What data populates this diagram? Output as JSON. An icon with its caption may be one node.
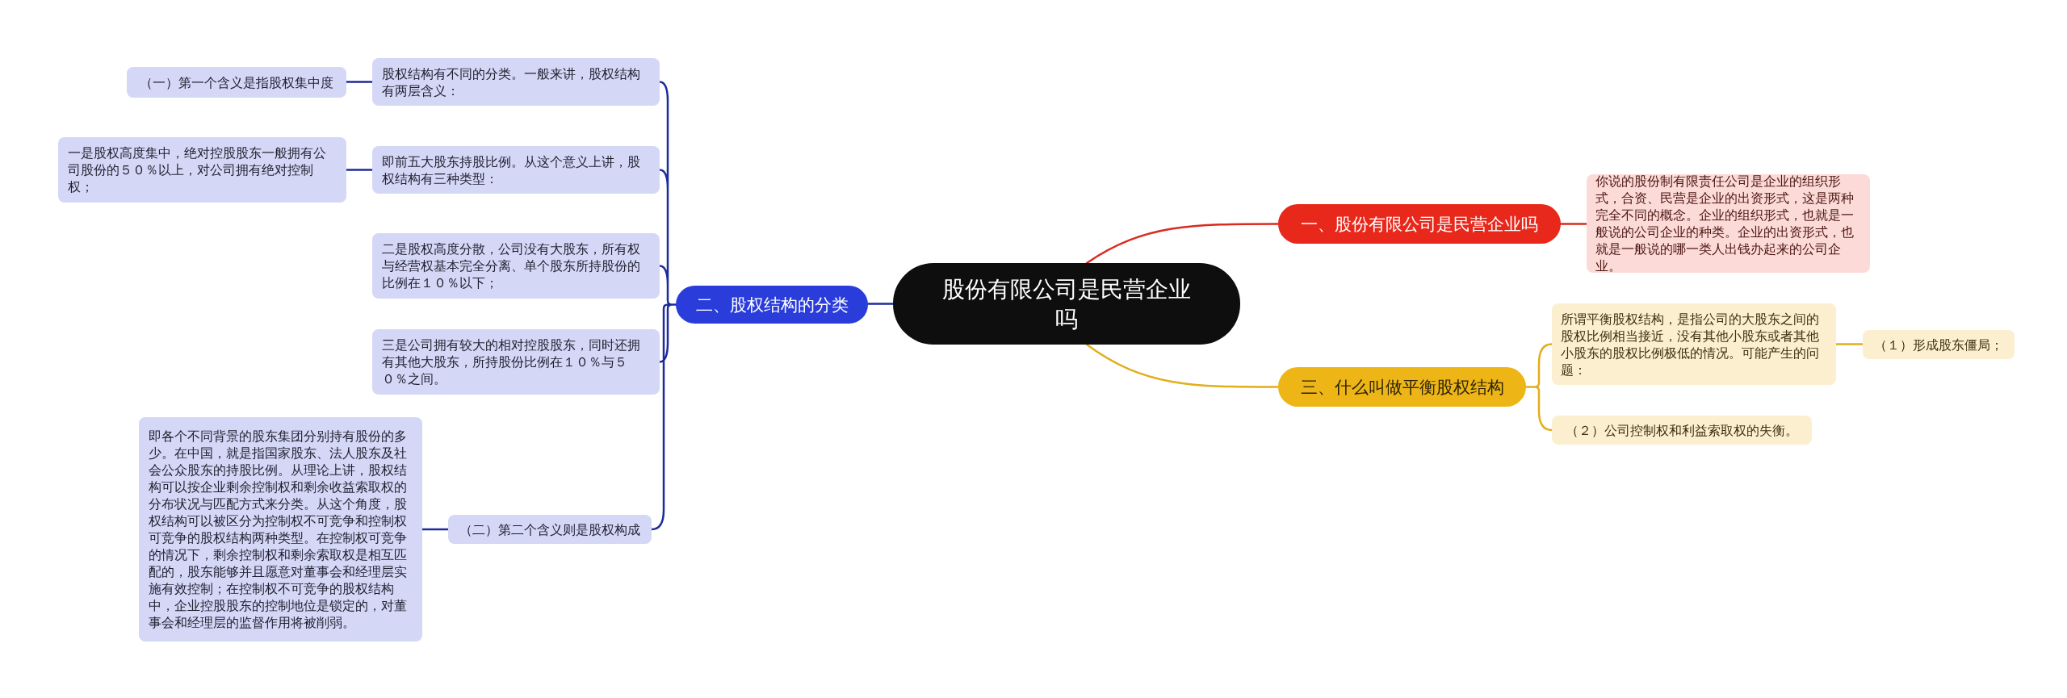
{
  "diagram": {
    "nodes": [
      {
        "text": [
          "股份有限公司是民营企业吗"
        ]
      },
      {
        "text": [
          "一、股份有限公司是民营企业吗"
        ]
      },
      {
        "text": [
          "你说的股份制有限责任公司是企业的组织形式，合资、民营是企业的出资形式，这是两种完全不同的概念。企业的组织形式，也就是一般说的公司企业的种类。企业的出资形式，也就是一般说的哪一类人出钱办起来的公司企业。"
        ]
      },
      {
        "text": [
          "三、什么叫做平衡股权结构"
        ]
      },
      {
        "text": [
          "所谓平衡股权结构，是指公司的大股东之间的股权比例相当接近，没有其他小股东或者其他小股东的股权比例极低的情况。可能产生的问题："
        ]
      },
      {
        "text": [
          "（１）形成股东僵局；"
        ]
      },
      {
        "text": [
          "（２）公司控制权和利益索取权的失衡。"
        ]
      },
      {
        "text": [
          "二、股权结构的分类"
        ]
      },
      {
        "text": [
          "股权结构有不同的分类。一般来讲，股权结构有两层含义："
        ]
      },
      {
        "text": [
          "（一）第一个含义是指股权集中度"
        ]
      },
      {
        "text": [
          "即前五大股东持股比例。从这个意义上讲，股权结构有三种类型："
        ]
      },
      {
        "text": [
          "一是股权高度集中，绝对控股股东一般拥有公司股份的５０％以上，对公司拥有绝对控制权；"
        ]
      },
      {
        "text": [
          "二是股权高度分散，公司没有大股东，所有权与经营权基本完全分离、单个股东所持股份的比例在１０％以下；"
        ]
      },
      {
        "text": [
          "三是公司拥有较大的相对控股股东，同时还拥有其他大股东，所持股份比例在１０％与５０％之间。"
        ]
      },
      {
        "text": [
          "（二）第二个含义则是股权构成"
        ]
      },
      {
        "text": [
          "即各个不同背景的股东集团分别持有股份的多少。在中国，就是指国家股东、法人股东及社会公众股东的持股比例。从理论上讲，股权结构可以按企业剩余控制权和剩余收益索取权的分布状况与匹配方式来分类。从这个角度，股权结构可以被区分为控制权不可竞争和控制权可竞争的股权结构两种类型。在控制权可竞争的情况下，剩余控制权和剩余索取权是相互匹配的，股东能够并且愿意对董事会和经理层实施有效控制；在控制权不可竞争的股权结构中，企业控股股东的控制地位是锁定的，对董事会和经理层的监督作用将被削弱。"
        ]
      }
    ],
    "edges": [
      {
        "from": 0,
        "to": 1,
        "arrow": "none",
        "color": "#d92b1f"
      },
      {
        "from": 1,
        "to": 2,
        "arrow": "none",
        "color": "#d92b1f"
      },
      {
        "from": 0,
        "to": 3,
        "arrow": "none",
        "color": "#e2ae1c"
      },
      {
        "from": 3,
        "to": 4,
        "arrow": "none",
        "color": "#e2ae1c"
      },
      {
        "from": 3,
        "to": 6,
        "arrow": "none",
        "color": "#e2ae1c"
      },
      {
        "from": 4,
        "to": 5,
        "arrow": "none",
        "color": "#e2ae1c"
      },
      {
        "from": 0,
        "to": 7,
        "arrow": "none"
      },
      {
        "from": 7,
        "to": 8,
        "arrow": "none"
      },
      {
        "from": 8,
        "to": 9,
        "arrow": "none"
      },
      {
        "from": 7,
        "to": 10,
        "arrow": "none"
      },
      {
        "from": 10,
        "to": 11,
        "arrow": "none"
      },
      {
        "from": 7,
        "to": 12,
        "arrow": "none"
      },
      {
        "from": 7,
        "to": 13,
        "arrow": "none"
      },
      {
        "from": 7,
        "to": 14,
        "arrow": "none"
      },
      {
        "from": 14,
        "to": 15,
        "arrow": "none"
      }
    ]
  }
}
